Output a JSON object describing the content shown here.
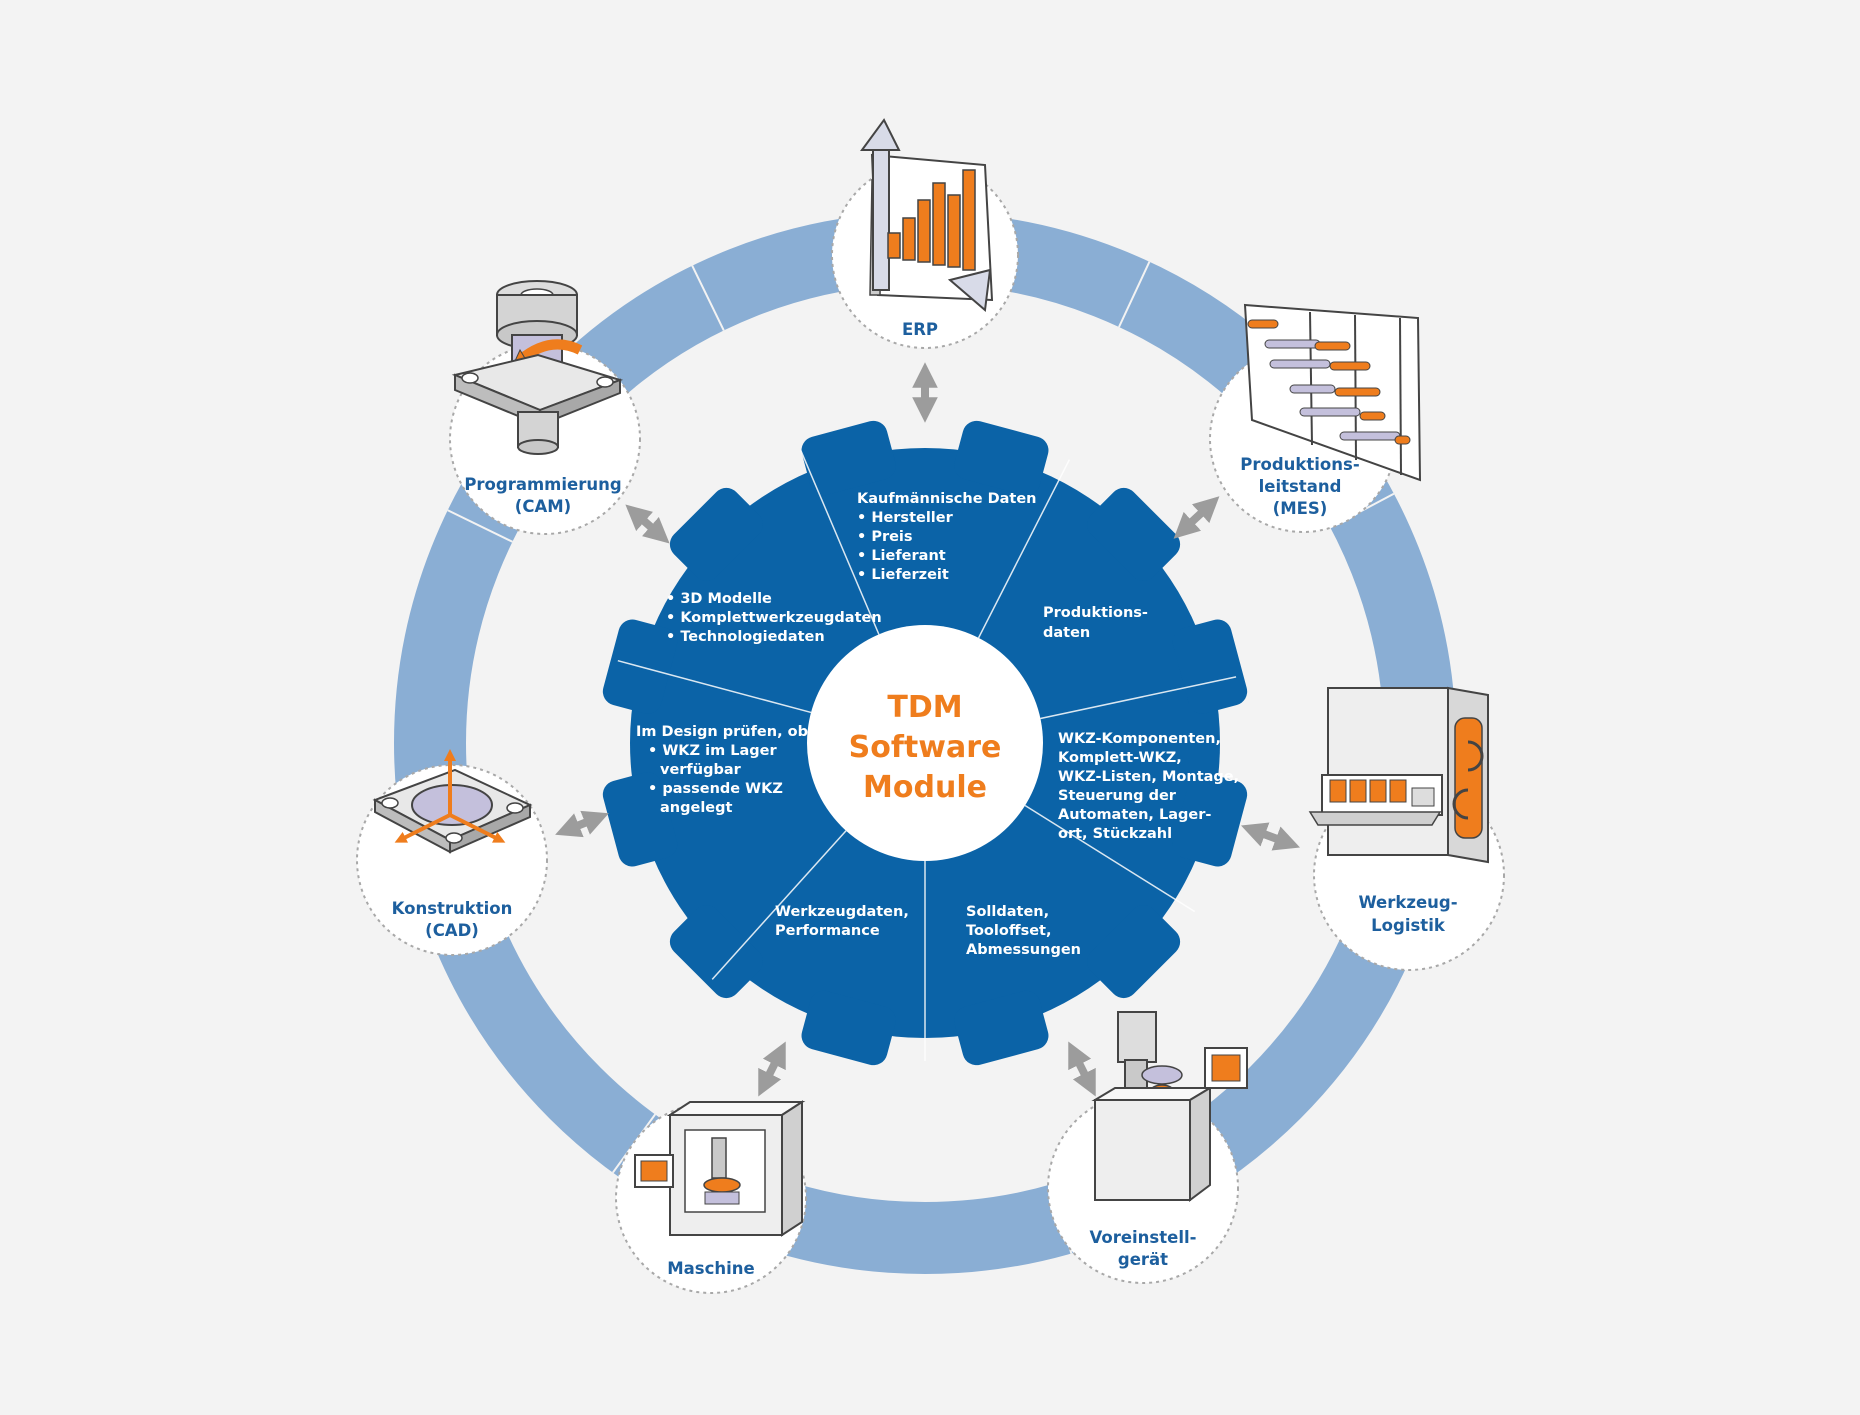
{
  "center": {
    "lines": [
      "TDM",
      "Software",
      "Module"
    ]
  },
  "modules": [
    {
      "id": "erp",
      "label": [
        "ERP"
      ]
    },
    {
      "id": "mes",
      "label": [
        "Produktions-",
        "leitstand",
        "(MES)"
      ]
    },
    {
      "id": "logistik",
      "label": [
        "Werkzeug-",
        "Logistik"
      ]
    },
    {
      "id": "voreinstell",
      "label": [
        "Voreinstell-",
        "gerät"
      ]
    },
    {
      "id": "maschine",
      "label": [
        "Maschine"
      ]
    },
    {
      "id": "cad",
      "label": [
        "Konstruktion",
        "(CAD)"
      ]
    },
    {
      "id": "cam",
      "label": [
        "Programmierung",
        "(CAM)"
      ]
    }
  ],
  "sectors": [
    {
      "id": "erp-data",
      "lines": [
        "Kaufmännische Daten",
        "• Hersteller",
        "• Preis",
        "• Lieferant",
        "• Lieferzeit"
      ]
    },
    {
      "id": "mes-data",
      "lines": [
        "Produktions-",
        "daten"
      ]
    },
    {
      "id": "logistik-data",
      "lines": [
        "WKZ-Komponenten,",
        "Komplett-WKZ,",
        "WKZ-Listen, Montage,",
        "Steuerung der",
        "Automaten, Lager-",
        "ort, Stückzahl"
      ]
    },
    {
      "id": "voreinstell-data",
      "lines": [
        "Solldaten,",
        "Tooloffset,",
        "Abmessungen"
      ]
    },
    {
      "id": "maschine-data",
      "lines": [
        "Werkzeugdaten,",
        "Performance"
      ]
    },
    {
      "id": "cad-data",
      "lines": [
        "Im Design prüfen, ob:",
        "• WKZ im Lager",
        "verfügbar",
        "• passende WKZ",
        "angelegt"
      ]
    },
    {
      "id": "cam-data",
      "lines": [
        "• 3D Modelle",
        "• Komplettwerkzeugdaten",
        "• Technologiedaten"
      ]
    }
  ],
  "colors": {
    "background": "#f3f3f3",
    "ring": "#8aaed4",
    "gear": "#0b63a7",
    "accent_orange": "#ef7d1d",
    "label_blue": "#1d5f9e",
    "arrow_gray": "#9c9c9c"
  }
}
